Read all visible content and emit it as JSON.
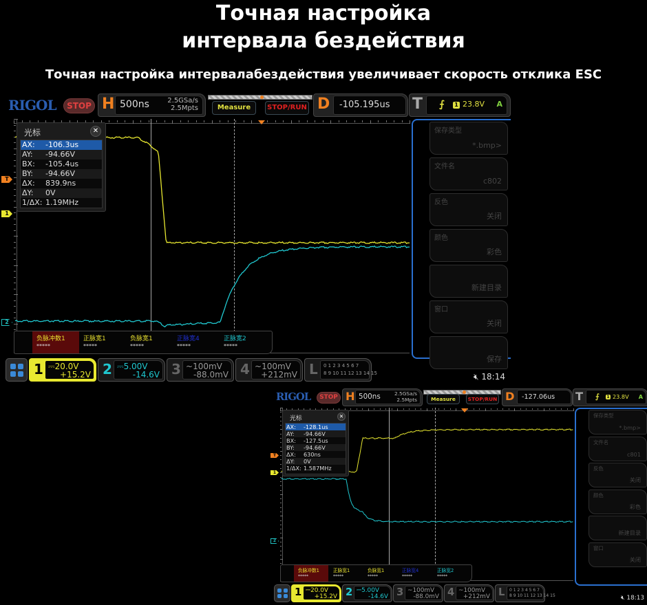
{
  "banner": {
    "title_line1": "Точная настройка",
    "title_line2": "интервала бездействия",
    "subtitle": "Точная настройка интервалабездействия увеличивает скорость отклика ESC"
  },
  "scopes": [
    {
      "brand": "RIGOL",
      "run_state": "STOP",
      "horizontal": {
        "letter": "H",
        "timebase": "500ns",
        "sample_rate": "2.5GSa/s",
        "memory_depth": "2.5Mpts"
      },
      "buttons": {
        "measure": "Measure",
        "stop_run": "STOP/RUN"
      },
      "delay": {
        "letter": "D",
        "value": "-105.195us"
      },
      "trigger": {
        "letter": "T",
        "edge_icon": "rising-edge-icon",
        "source": "1",
        "level": "23.8V",
        "mode": "A"
      },
      "cursor_panel": {
        "title": "光标",
        "close_icon": "close-icon",
        "rows": [
          {
            "key": "AX:",
            "value": "-106.3us",
            "selected": true
          },
          {
            "key": "AY:",
            "value": "-94.66V"
          },
          {
            "key": "BX:",
            "value": "-105.4us"
          },
          {
            "key": "BY:",
            "value": "-94.66V"
          },
          {
            "key": "ΔX:",
            "value": "839.9ns"
          },
          {
            "key": "ΔY:",
            "value": "0V"
          },
          {
            "key": "1/ΔX:",
            "value": "1.19MHz"
          }
        ]
      },
      "markers": {
        "trigger": "T",
        "ch1": "1",
        "ch2": "2"
      },
      "measurements": [
        {
          "label": "负脉冲数1",
          "value": "*****",
          "color": "#e8e030",
          "selected": true
        },
        {
          "label": "正脉宽1",
          "value": "*****",
          "color": "#e8e030"
        },
        {
          "label": "负脉宽1",
          "value": "*****",
          "color": "#e8e030"
        },
        {
          "label": "正脉宽4",
          "value": "*****",
          "color": "#2030d0"
        },
        {
          "label": "正脉宽2",
          "value": "*****",
          "color": "#20c8d0"
        }
      ],
      "side_menu": [
        {
          "label": "保存类型",
          "value": "*.bmp>"
        },
        {
          "label": "文件名",
          "value": "c802"
        },
        {
          "label": "反色",
          "value": "关闭"
        },
        {
          "label": "颜色",
          "value": "彩色"
        },
        {
          "label": "",
          "value": "新建目录"
        },
        {
          "label": "窗口",
          "value": "关闭"
        },
        {
          "label": "",
          "value": "保存"
        }
      ],
      "channels": [
        {
          "num": "1",
          "coupling_icon": "dc-coupling-icon",
          "coupling": "⎓",
          "scale": "20.0V",
          "offset": "+15.2V",
          "active": true
        },
        {
          "num": "2",
          "coupling_icon": "dc-coupling-icon",
          "coupling": "⎓",
          "scale": "5.00V",
          "offset": "-14.6V",
          "active": true
        },
        {
          "num": "3",
          "coupling_icon": "ac-coupling-icon",
          "coupling": "~",
          "scale": "100mV",
          "offset": "-88.0mV",
          "active": false
        },
        {
          "num": "4",
          "coupling_icon": "ac-coupling-icon",
          "coupling": "~",
          "scale": "100mV",
          "offset": "+212mV",
          "active": false
        }
      ],
      "logic": {
        "letter": "L",
        "bits_row1": "0 1 2 3  4 5 6 7",
        "bits_row2": "8 9 10 11  12 13 14 15"
      },
      "status": {
        "sound_icon": "speaker-muted-icon",
        "time": "18:14"
      },
      "waveforms": {
        "ch1": "falling",
        "ch2": "rising"
      }
    },
    {
      "brand": "RIGOL",
      "run_state": "STOP",
      "horizontal": {
        "letter": "H",
        "timebase": "500ns",
        "sample_rate": "2.5GSa/s",
        "memory_depth": "2.5Mpts"
      },
      "buttons": {
        "measure": "Measure",
        "stop_run": "STOP/RUN"
      },
      "delay": {
        "letter": "D",
        "value": "-127.06us"
      },
      "trigger": {
        "letter": "T",
        "edge_icon": "rising-edge-icon",
        "source": "1",
        "level": "23.8V",
        "mode": "A"
      },
      "cursor_panel": {
        "title": "光标",
        "close_icon": "close-icon",
        "rows": [
          {
            "key": "AX:",
            "value": "-128.1us",
            "selected": true
          },
          {
            "key": "AY:",
            "value": "-94.66V"
          },
          {
            "key": "BX:",
            "value": "-127.5us"
          },
          {
            "key": "BY:",
            "value": "-94.66V"
          },
          {
            "key": "ΔX:",
            "value": "630ns"
          },
          {
            "key": "ΔY:",
            "value": "0V"
          },
          {
            "key": "1/ΔX:",
            "value": "1.587MHz"
          }
        ]
      },
      "markers": {
        "trigger": "T",
        "ch1": "1",
        "ch2": "2"
      },
      "measurements": [
        {
          "label": "负脉冲数1",
          "value": "*****",
          "color": "#e8e030",
          "selected": true
        },
        {
          "label": "正脉宽1",
          "value": "*****",
          "color": "#e8e030"
        },
        {
          "label": "负脉宽1",
          "value": "*****",
          "color": "#e8e030"
        },
        {
          "label": "正脉宽4",
          "value": "*****",
          "color": "#2030d0"
        },
        {
          "label": "正脉宽2",
          "value": "*****",
          "color": "#20c8d0"
        }
      ],
      "side_menu": [
        {
          "label": "保存类型",
          "value": "*.bmp>"
        },
        {
          "label": "文件名",
          "value": "c801"
        },
        {
          "label": "反色",
          "value": "关闭"
        },
        {
          "label": "颜色",
          "value": "彩色"
        },
        {
          "label": "",
          "value": "新建目录"
        },
        {
          "label": "窗口",
          "value": "关闭"
        }
      ],
      "channels": [
        {
          "num": "1",
          "coupling_icon": "dc-coupling-icon",
          "coupling": "⎓",
          "scale": "20.0V",
          "offset": "+15.2V",
          "active": true
        },
        {
          "num": "2",
          "coupling_icon": "dc-coupling-icon",
          "coupling": "⎓",
          "scale": "5.00V",
          "offset": "-14.6V",
          "active": true
        },
        {
          "num": "3",
          "coupling_icon": "ac-coupling-icon",
          "coupling": "~",
          "scale": "100mV",
          "offset": "-88.0mV",
          "active": false
        },
        {
          "num": "4",
          "coupling_icon": "ac-coupling-icon",
          "coupling": "~",
          "scale": "100mV",
          "offset": "+212mV",
          "active": false
        }
      ],
      "logic": {
        "letter": "L",
        "bits_row1": "0 1 2 3  4 5 6 7",
        "bits_row2": "8 9 10 11  12 13 14 15"
      },
      "status": {
        "sound_icon": "speaker-muted-icon",
        "time": "18:13"
      },
      "waveforms": {
        "ch1": "rising",
        "ch2": "falling"
      }
    }
  ],
  "colors": {
    "ch1": "#e8e830",
    "ch2": "#20c8d0",
    "trigger": "#f08020",
    "menu_border": "#2a70d0",
    "cursor_selected": "#1e5aa8"
  }
}
